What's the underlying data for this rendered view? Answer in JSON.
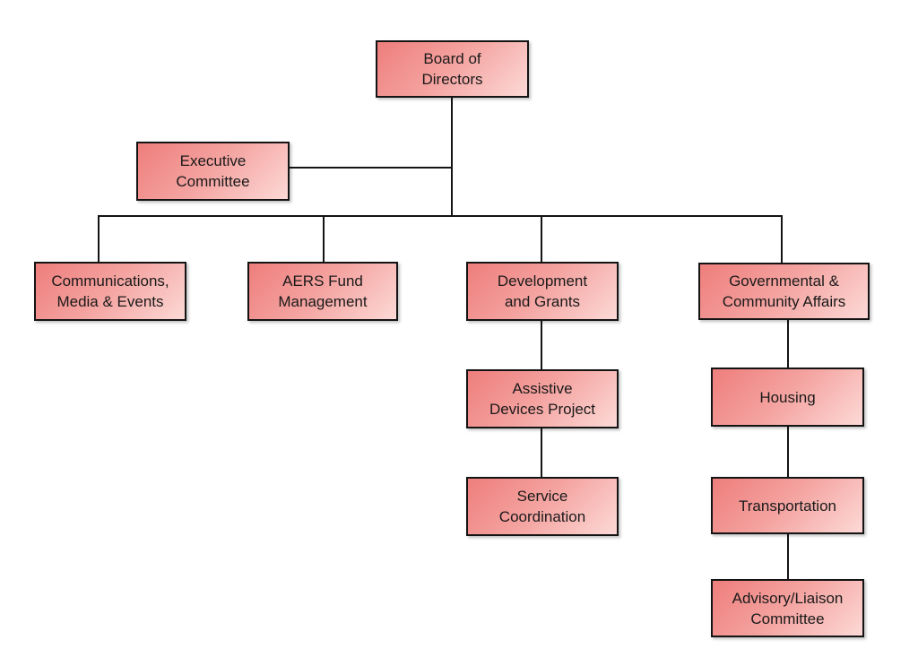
{
  "diagram": {
    "type": "org-chart",
    "background_color": "#ffffff",
    "node_fill_start": "#ee7e7c",
    "node_fill_mid": "#f4a3a0",
    "node_fill_end": "#fcd9d6",
    "node_border_color": "#141414",
    "connector_color": "#141414",
    "text_color": "#1a1a1a",
    "nodes": {
      "board": {
        "label": "Board of\nDirectors"
      },
      "executive": {
        "label": "Executive\nCommittee"
      },
      "communications": {
        "label": "Communications,\nMedia & Events"
      },
      "aers": {
        "label": "AERS Fund\nManagement"
      },
      "development": {
        "label": "Development\nand Grants"
      },
      "governmental": {
        "label": "Governmental &\nCommunity Affairs"
      },
      "assistive": {
        "label": "Assistive\nDevices Project"
      },
      "housing": {
        "label": "Housing"
      },
      "service": {
        "label": "Service\nCoordination"
      },
      "transportation": {
        "label": "Transportation"
      },
      "advisory": {
        "label": "Advisory/Liaison\nCommittee"
      }
    },
    "edges": [
      {
        "from": "board",
        "to": "executive"
      },
      {
        "from": "board",
        "to": "communications"
      },
      {
        "from": "board",
        "to": "aers"
      },
      {
        "from": "board",
        "to": "development"
      },
      {
        "from": "board",
        "to": "governmental"
      },
      {
        "from": "development",
        "to": "assistive"
      },
      {
        "from": "assistive",
        "to": "service"
      },
      {
        "from": "governmental",
        "to": "housing"
      },
      {
        "from": "housing",
        "to": "transportation"
      },
      {
        "from": "transportation",
        "to": "advisory"
      }
    ]
  }
}
